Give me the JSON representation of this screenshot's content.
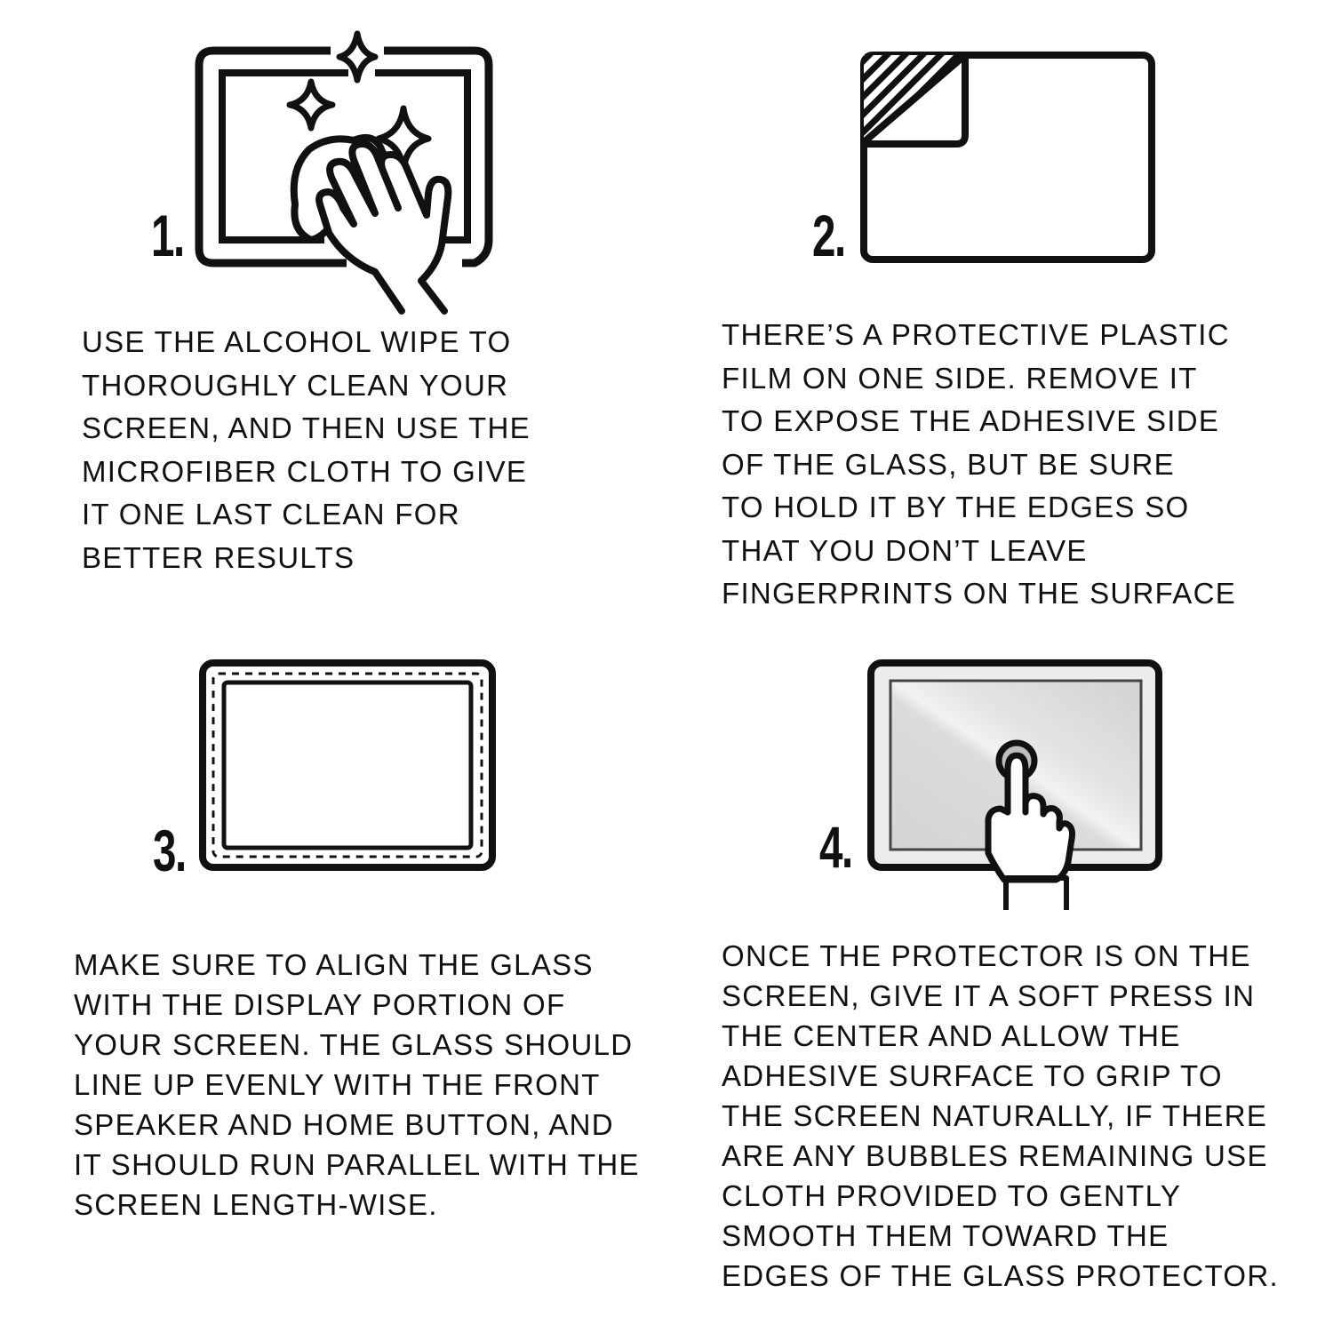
{
  "steps": [
    {
      "number": "1.",
      "icon": "wipe-screen-icon",
      "lines": [
        "USE THE ALCOHOL WIPE TO",
        "THOROUGHLY CLEAN YOUR",
        "SCREEN, AND THEN USE THE",
        "MICROFIBER CLOTH TO GIVE",
        "IT ONE LAST CLEAN FOR",
        "BETTER RESULTS"
      ]
    },
    {
      "number": "2.",
      "icon": "peel-film-icon",
      "lines": [
        "THERE’S A PROTECTIVE PLASTIC",
        "FILM ON ONE SIDE. REMOVE IT",
        "TO EXPOSE THE ADHESIVE SIDE",
        "OF THE GLASS, BUT BE SURE",
        "TO HOLD IT BY THE EDGES SO",
        "THAT YOU DON’T LEAVE",
        "FINGERPRINTS ON THE SURFACE"
      ]
    },
    {
      "number": "3.",
      "icon": "align-glass-icon",
      "lines": [
        "MAKE SURE TO ALIGN THE GLASS",
        "WITH THE DISPLAY PORTION OF",
        "YOUR SCREEN. THE GLASS SHOULD",
        "LINE UP EVENLY WITH THE FRONT",
        "SPEAKER AND HOME BUTTON, AND",
        "IT SHOULD RUN PARALLEL WITH THE",
        "SCREEN LENGTH-WISE."
      ]
    },
    {
      "number": "4.",
      "icon": "press-center-icon",
      "lines": [
        "ONCE THE PROTECTOR IS ON THE",
        "SCREEN, GIVE IT A SOFT PRESS IN",
        "THE CENTER AND ALLOW THE",
        "ADHESIVE SURFACE TO GRIP TO",
        "THE SCREEN NATURALLY, IF THERE",
        "ARE ANY BUBBLES REMAINING USE",
        "CLOTH PROVIDED TO GENTLY",
        "SMOOTH THEM TOWARD THE",
        "EDGES OF THE GLASS PROTECTOR."
      ]
    }
  ],
  "colors": {
    "ink": "#111111",
    "screen_gray": "#d9d9d9",
    "background": "#ffffff"
  }
}
